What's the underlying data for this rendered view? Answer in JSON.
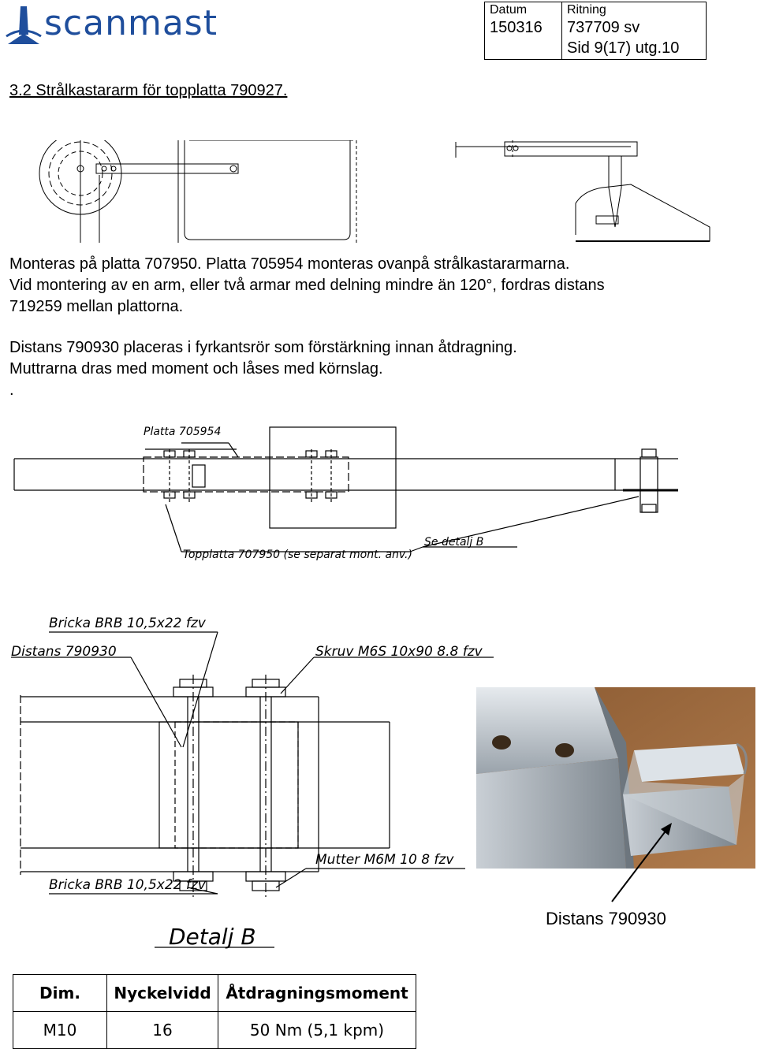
{
  "header": {
    "logo_text": "scanmast",
    "datum_label": "Datum",
    "datum_value": "150316",
    "ritning_label": "Ritning",
    "ritning_value": "737709 sv",
    "sid_value": "Sid 9(17) utg.10"
  },
  "section_heading": "3.2 Strålkastararm för topplatta 790927.",
  "paragraphs": {
    "p1_line1": "Monteras på platta 707950. Platta 705954 monteras ovanpå strålkastararmarna.",
    "p1_line2": "Vid montering av en arm, eller två armar med delning mindre än 120°, fordras distans",
    "p1_line3": "719259 mellan plattorna.",
    "p2_line1": "Distans 790930 placeras i fyrkantsrör som förstärkning innan åtdragning.",
    "p2_line2": "Muttrarna dras med moment och låses med körnslag.",
    "p2_line3": "."
  },
  "drawing_labels": {
    "platta": "Platta 705954",
    "topplatta": "Topplatta 707950 (se separat mont. anv.)",
    "se_detalj": "Se detalj B",
    "bricka_top": "Bricka BRB 10,5x22 fzv",
    "distans": "Distans 790930",
    "skruv": "Skruv M6S 10x90 8.8 fzv",
    "mutter": "Mutter M6M 10 8 fzv",
    "bricka_bottom": "Bricka BRB 10,5x22 fzv",
    "detalj_b": "Detalj B"
  },
  "photo_label": "Distans 790930",
  "torque_table": {
    "headers": [
      "Dim.",
      "Nyckelvidd",
      "Åtdragningsmoment"
    ],
    "rows": [
      [
        "M10",
        "16",
        "50 Nm (5,1 kpm)"
      ]
    ]
  },
  "colors": {
    "brand": "#1f4e9c"
  }
}
